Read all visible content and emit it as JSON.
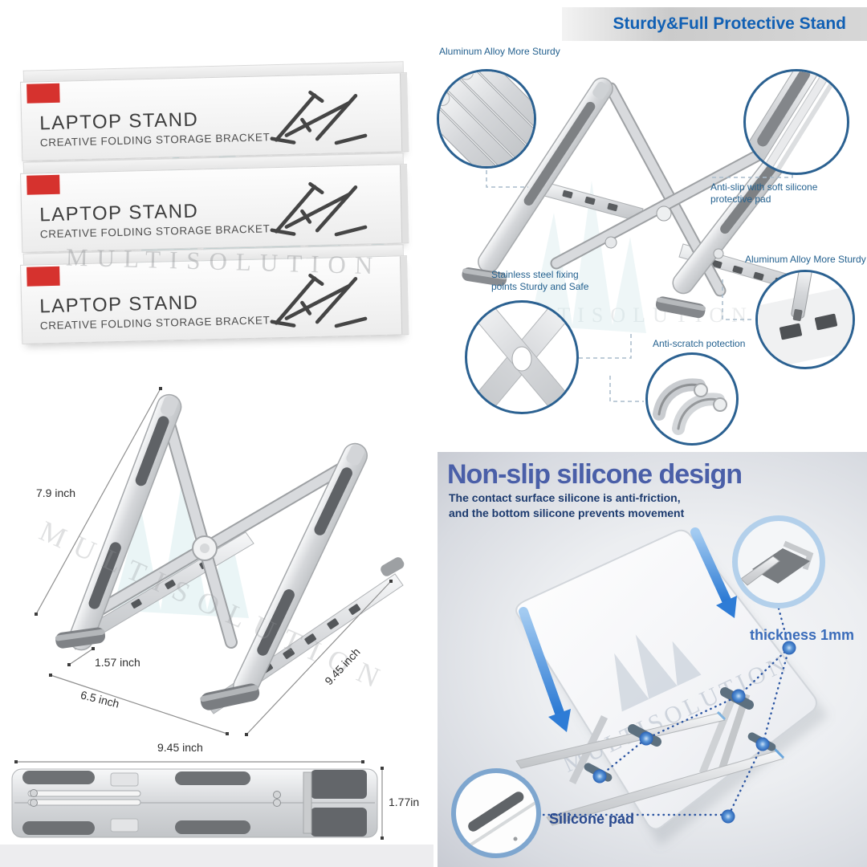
{
  "brand_watermark": "MULTISOLUTION",
  "packaging_panel": {
    "box_title": "LAPTOP STAND",
    "box_subtitle": "CREATIVE FOLDING STORAGE BRACKET",
    "box_count": 3
  },
  "protective_panel": {
    "header": "Sturdy&Full Protective Stand",
    "callout_aluminum_top": "Aluminum Alloy More Sturdy",
    "callout_antislip": "Anti-slip with soft silicone protective pad",
    "callout_stainless": "Stainless steel fixing points Sturdy and Safe",
    "callout_aluminum_right": "Aluminum Alloy More Sturdy",
    "callout_antiscratch": "Anti-scratch potection"
  },
  "dimensions_panel": {
    "arm_length": "7.9 inch",
    "foot_width": "1.57 inch",
    "base_depth": "6.5 inch",
    "base_length_side": "9.45 inch",
    "folded_length": "9.45 inch",
    "folded_thickness": "1.77in"
  },
  "silicone_panel": {
    "title": "Non-slip silicone design",
    "subtitle_line1": "The contact surface silicone is anti-friction,",
    "subtitle_line2": "and the bottom silicone prevents movement",
    "callout_thickness": "thickness 1mm",
    "callout_pad": "Silicone pad"
  },
  "colors": {
    "header_blue": "#1160b4",
    "callout_text_blue": "#24618f",
    "circle_ring_blue": "#2b6191",
    "panel_title_indigo": "#4a5fa8",
    "panel_subtitle_navy": "#1c3a6e",
    "thickness_label_blue": "#3a6cba",
    "pad_label_blue": "#2a4a8f",
    "accent_red": "#d6322e",
    "arrow_blue": "#2e7cd6",
    "dimension_text": "#2e2e2e"
  }
}
